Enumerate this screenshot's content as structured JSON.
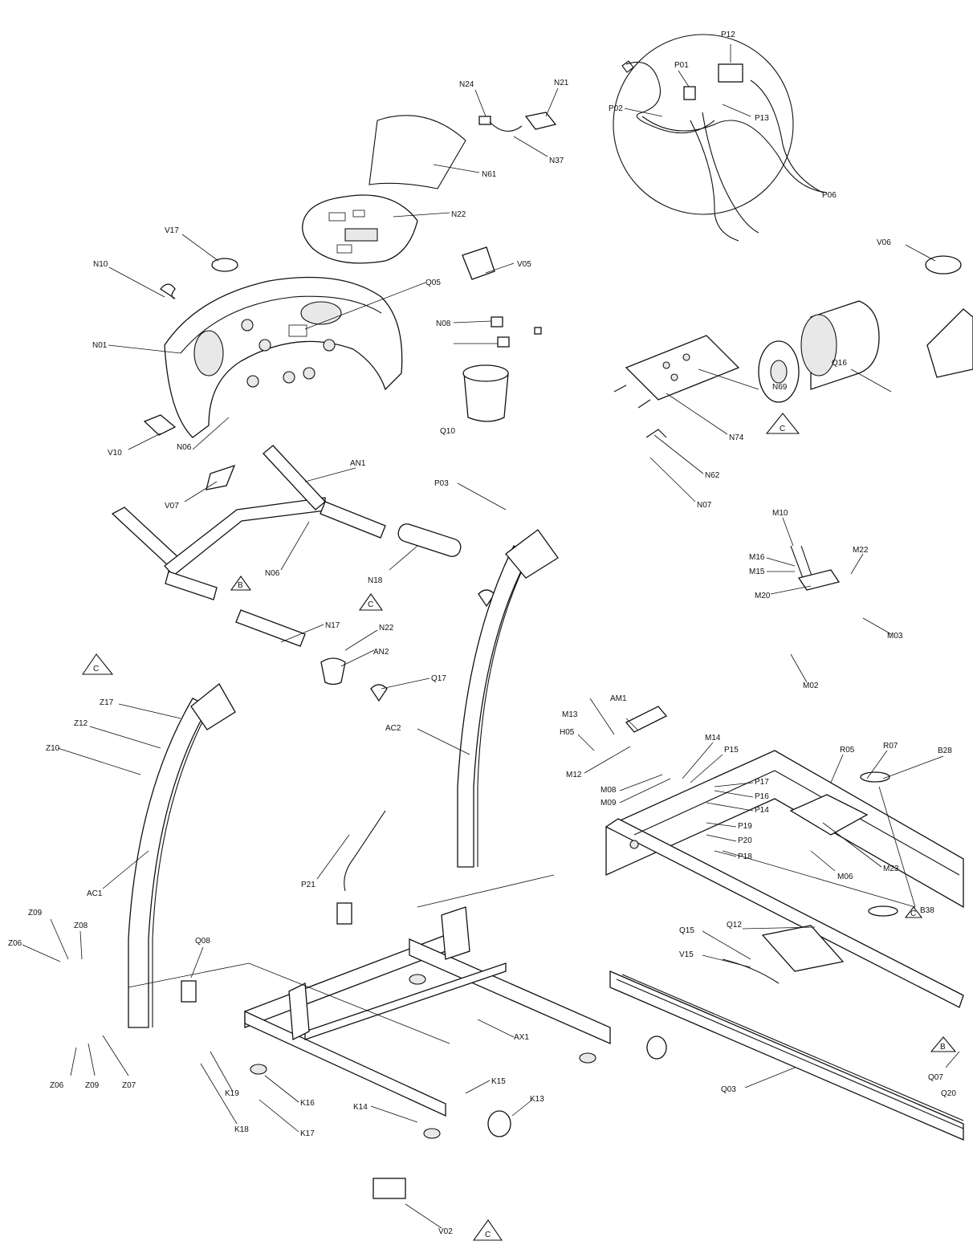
{
  "diagram": {
    "labels": {
      "N24": "N24",
      "N21": "N21",
      "N37": "N37",
      "N61": "N61",
      "P12": "P12",
      "P01": "P01",
      "P02": "P02",
      "P13": "P13",
      "P06": "P06",
      "N22a": "N22",
      "V17": "V17",
      "N10": "N10",
      "V05": "V05",
      "Q05": "Q05",
      "V06": "V06",
      "N01": "N01",
      "N08": "N08",
      "Q10": "Q10",
      "Q16": "Q16",
      "N69": "N69",
      "N74": "N74",
      "N62": "N62",
      "N07": "N07",
      "V10": "V10",
      "N06a": "N06",
      "V07": "V07",
      "AN1": "AN1",
      "P03": "P03",
      "N06b": "N06",
      "N18": "N18",
      "N17": "N17",
      "N22b": "N22",
      "AN2": "AN2",
      "Q17": "Q17",
      "M10": "M10",
      "M16": "M16",
      "M15": "M15",
      "M22": "M22",
      "M20": "M20",
      "M03": "M03",
      "M02": "M02",
      "Z17": "Z17",
      "Z12": "Z12",
      "Z10": "Z10",
      "AC1": "AC1",
      "AC2": "AC2",
      "H05": "H05",
      "M13": "M13",
      "AM1": "AM1",
      "M12": "M12",
      "M14": "M14",
      "P15": "P15",
      "R05": "R05",
      "R07": "R07",
      "B28": "B28",
      "M08": "M08",
      "M09": "M09",
      "P17": "P17",
      "P16": "P16",
      "P14": "P14",
      "P19": "P19",
      "P20": "P20",
      "P18": "P18",
      "M23": "M23",
      "M06": "M06",
      "B38": "B38",
      "P21": "P21",
      "Z09a": "Z09",
      "Z08": "Z08",
      "Z06a": "Z06",
      "Q08": "Q08",
      "Q15": "Q15",
      "Q12": "Q12",
      "V15": "V15",
      "AX1": "AX1",
      "Z06b": "Z06",
      "Z09b": "Z09",
      "Z07": "Z07",
      "K19": "K19",
      "K18": "K18",
      "K16": "K16",
      "K17": "K17",
      "K15": "K15",
      "K14": "K14",
      "K13": "K13",
      "Q03": "Q03",
      "Q07": "Q07",
      "Q20": "Q20",
      "V02": "V02"
    },
    "callouts": {
      "c1": "C",
      "c2": "B",
      "c3": "C",
      "c4": "C",
      "c5": "C",
      "c6": "B",
      "c7": "C"
    }
  }
}
